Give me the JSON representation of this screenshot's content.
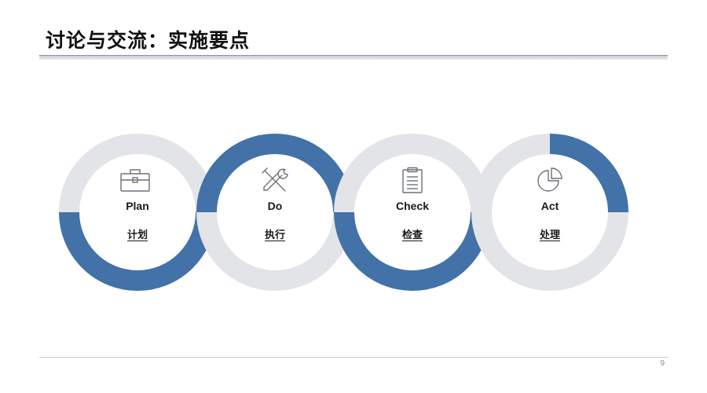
{
  "slide": {
    "title": "讨论与交流：实施要点",
    "page_number": "9"
  },
  "colors": {
    "accent_blue": "#4272a8",
    "ring_gray": "#e3e4e8",
    "icon_stroke": "#6d7178"
  },
  "stages": [
    {
      "name": "Plan",
      "label": "计划",
      "icon": "toolbox-icon"
    },
    {
      "name": "Do",
      "label": "执行",
      "icon": "tools-icon"
    },
    {
      "name": "Check",
      "label": "检查",
      "icon": "clipboard-icon"
    },
    {
      "name": "Act",
      "label": "处理",
      "icon": "pie-chart-icon"
    }
  ]
}
